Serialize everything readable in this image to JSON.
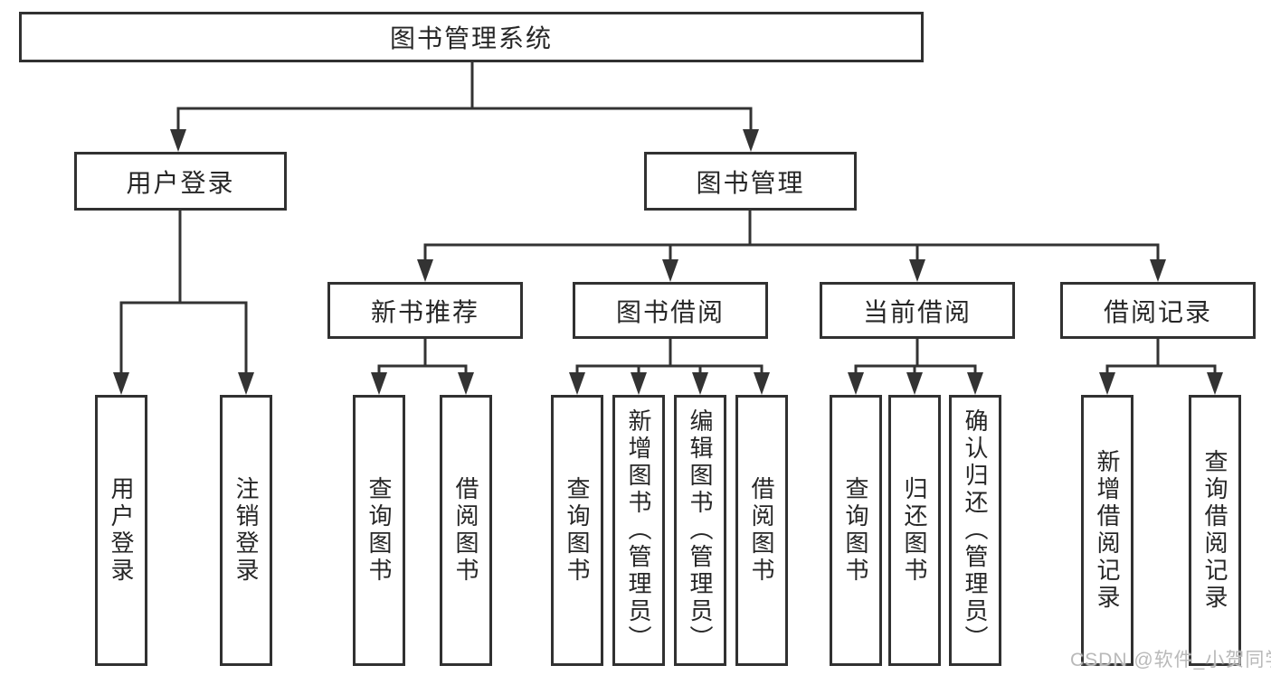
{
  "tree": {
    "root": {
      "label": "图书管理系统"
    },
    "branches": [
      {
        "label": "用户登录",
        "children": [
          {
            "label": "用户登录"
          },
          {
            "label": "注销登录"
          }
        ]
      },
      {
        "label": "图书管理",
        "sections": [
          {
            "label": "新书推荐",
            "children": [
              {
                "label": "查询图书"
              },
              {
                "label": "借阅图书"
              }
            ]
          },
          {
            "label": "图书借阅",
            "children": [
              {
                "label": "查询图书"
              },
              {
                "label": "新增图书（管理员）"
              },
              {
                "label": "编辑图书（管理员）"
              },
              {
                "label": "借阅图书"
              }
            ]
          },
          {
            "label": "当前借阅",
            "children": [
              {
                "label": "查询图书"
              },
              {
                "label": "归还图书"
              },
              {
                "label": "确认归还（管理员）"
              }
            ]
          },
          {
            "label": "借阅记录",
            "children": [
              {
                "label": "新增借阅记录"
              },
              {
                "label": "查询借阅记录"
              }
            ]
          }
        ]
      }
    ]
  },
  "watermark": {
    "text": "CSDN @软件_小贺同学"
  },
  "colors": {
    "line": "#333333",
    "box_border": "#313131",
    "text": "#262626",
    "watermark": "#b9b9b9",
    "background": "#ffffff"
  }
}
